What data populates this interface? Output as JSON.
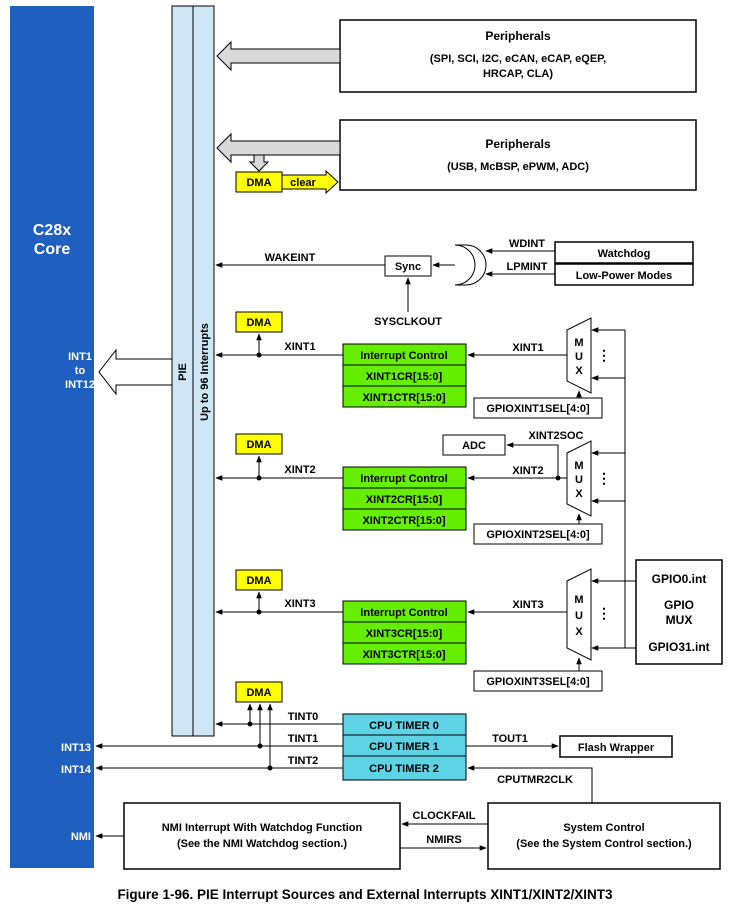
{
  "core": {
    "line1": "C28x",
    "line2": "Core",
    "int_in_1": "INT1",
    "int_in_2": "to",
    "int_in_3": "INT12",
    "int13": "INT13",
    "int14": "INT14",
    "nmi": "NMI"
  },
  "pie": {
    "label": "PIE",
    "interrupts": "Up to 96 Interrupts"
  },
  "peripherals1": {
    "title": "Peripherals",
    "line1": "(SPI, SCI, I2C, eCAN, eCAP, eQEP,",
    "line2": "HRCAP, CLA)"
  },
  "peripherals2": {
    "title": "Peripherals",
    "line1": "(USB, McBSP, ePWM, ADC)"
  },
  "dma": {
    "label": "DMA",
    "clear": "clear"
  },
  "wake": {
    "wakeint": "WAKEINT",
    "sync": "Sync",
    "sysclkout": "SYSCLKOUT",
    "wdint": "WDINT",
    "lpmint": "LPMINT",
    "watchdog": "Watchdog",
    "lpm": "Low-Power Modes"
  },
  "xint1": {
    "sig": "XINT1",
    "mux_sig": "XINT1",
    "ctrl": "Interrupt Control",
    "cr": "XINT1CR[15:0]",
    "ctr": "XINT1CTR[15:0]",
    "sel": "GPIOXINT1SEL[4:0]"
  },
  "xint2": {
    "sig": "XINT2",
    "mux_sig": "XINT2",
    "ctrl": "Interrupt Control",
    "cr": "XINT2CR[15:0]",
    "ctr": "XINT2CTR[15:0]",
    "sel": "GPIOXINT2SEL[4:0]",
    "adc": "ADC",
    "soc": "XINT2SOC"
  },
  "xint3": {
    "sig": "XINT3",
    "mux_sig": "XINT3",
    "ctrl": "Interrupt Control",
    "cr": "XINT3CR[15:0]",
    "ctr": "XINT3CTR[15:0]",
    "sel": "GPIOXINT3SEL[4:0]"
  },
  "mux": {
    "m": "M",
    "u": "U",
    "x": "X"
  },
  "gpio": {
    "top": "GPIO0.int",
    "mid1": "GPIO",
    "mid2": "MUX",
    "bottom": "GPIO31.int"
  },
  "timers": {
    "t0": "CPU TIMER 0",
    "t1": "CPU TIMER 1",
    "t2": "CPU TIMER 2",
    "tint0": "TINT0",
    "tint1": "TINT1",
    "tint2": "TINT2",
    "tout1": "TOUT1",
    "flash": "Flash Wrapper",
    "cputmr2clk": "CPUTMR2CLK"
  },
  "nmi": {
    "title": "NMI Interrupt With Watchdog Function",
    "note": "(See the NMI Watchdog section.)",
    "clockfail": "CLOCKFAIL",
    "nmirs": "NMIRS"
  },
  "sysctrl": {
    "title": "System Control",
    "note": "(See the System Control section.)"
  },
  "caption": "Figure 1-96. PIE Interrupt Sources and External Interrupts XINT1/XINT2/XINT3",
  "colors": {
    "core_blue": "#1f5fbf",
    "pie_fill": "#cfe6f5",
    "dma_yellow": "#ffff00",
    "ctrl_green": "#66ee00",
    "timer_cyan": "#5fd3e6"
  }
}
